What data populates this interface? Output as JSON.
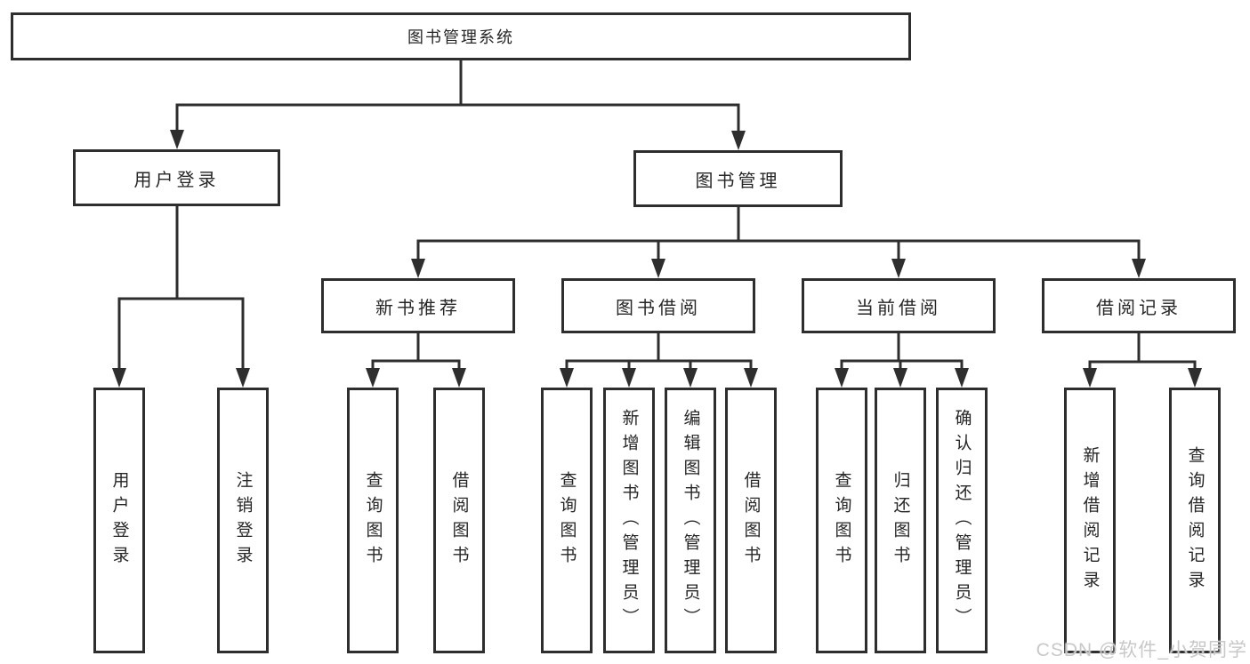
{
  "tree": {
    "root": "图书管理系统",
    "user_login": {
      "label": "用户登录",
      "leaves": [
        "用户登录",
        "注销登录"
      ]
    },
    "book_management": {
      "label": "图书管理",
      "groups": [
        {
          "label": "新书推荐",
          "leaves": [
            "查询图书",
            "借阅图书"
          ]
        },
        {
          "label": "图书借阅",
          "leaves": [
            "查询图书",
            "新增图书（管理员）",
            "编辑图书（管理员）",
            "借阅图书"
          ]
        },
        {
          "label": "当前借阅",
          "leaves": [
            "查询图书",
            "归还图书",
            "确认归还（管理员）"
          ]
        },
        {
          "label": "借阅记录",
          "leaves": [
            "新增借阅记录",
            "查询借阅记录"
          ]
        }
      ]
    }
  },
  "watermark": "CSDN @软件_小贺同学",
  "colors": {
    "line": "#2e2e2e",
    "text": "#262626",
    "watermark": "#c8c8c8",
    "background": "#ffffff"
  }
}
